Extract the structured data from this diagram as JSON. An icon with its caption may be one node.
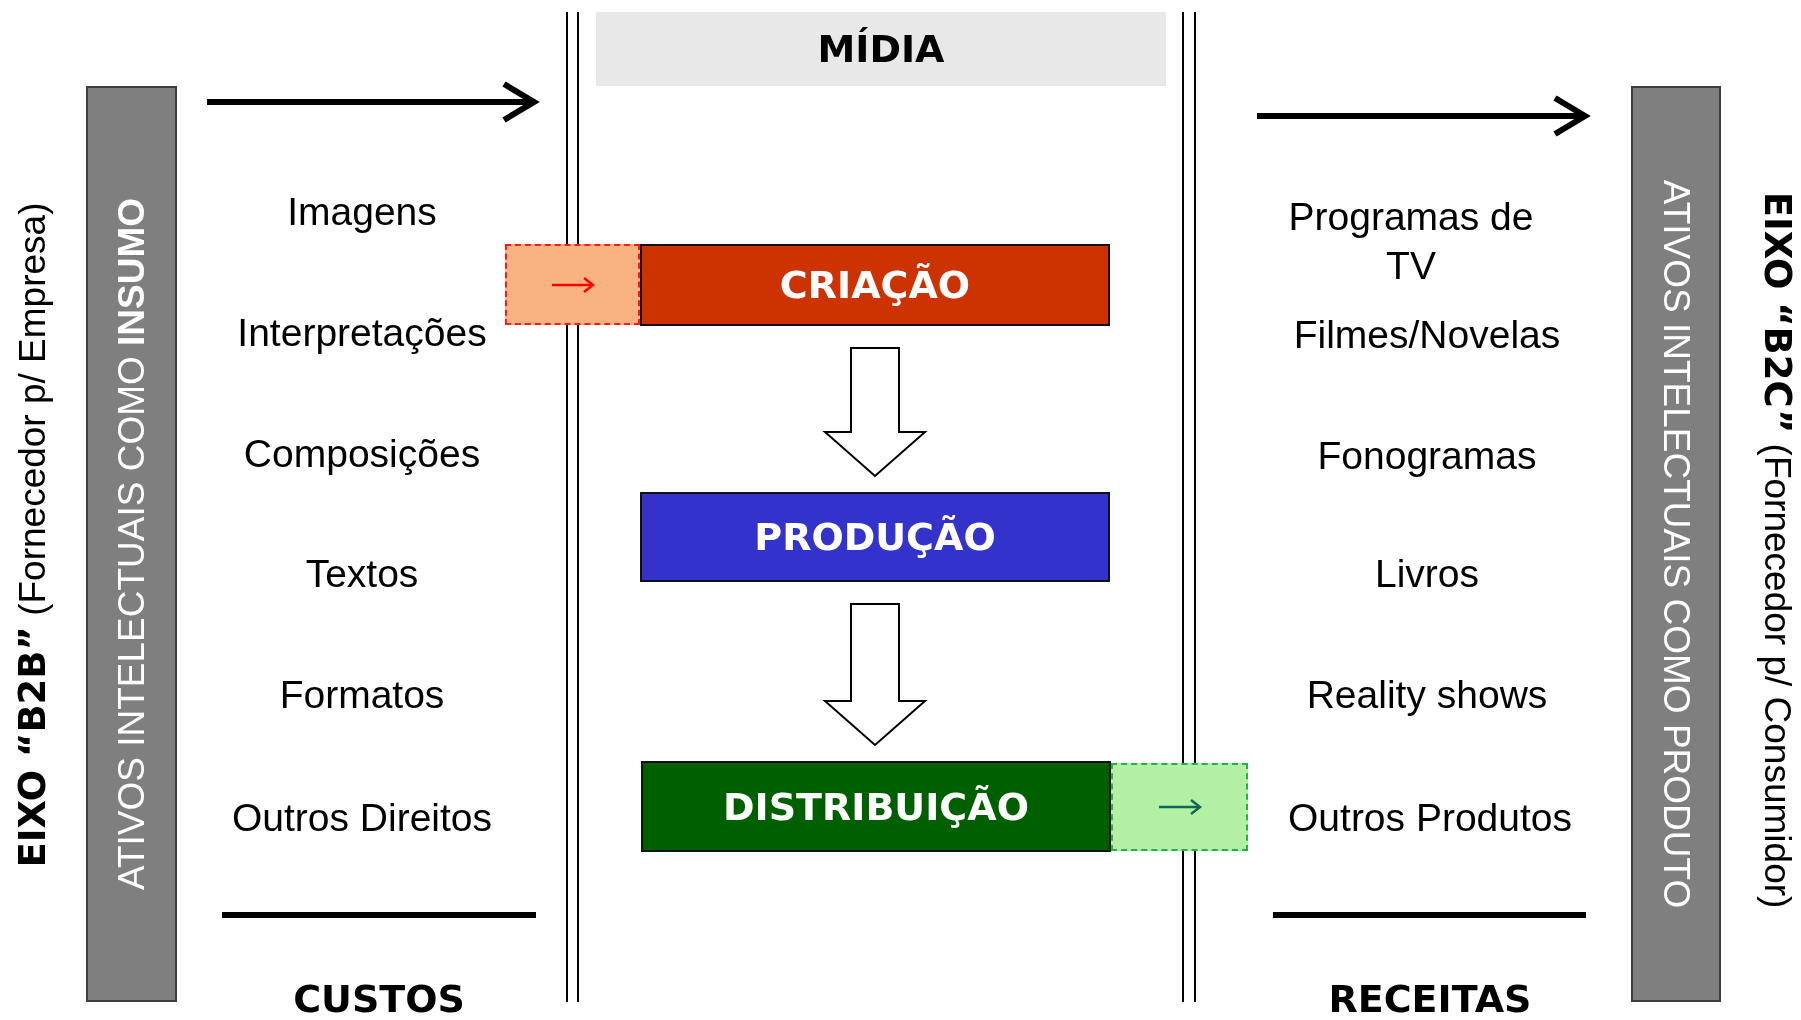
{
  "diagram": {
    "nodes": [
      {
        "text": [
          "MÍDIA"
        ]
      },
      {
        "text": [
          "ATIVOS INTELECTUAIS COMO **INSUMO**"
        ]
      },
      {
        "text": [],
        "shape": "box"
      },
      {
        "text": [
          "CRIAÇÃO"
        ]
      },
      {
        "text": [
          "PRODUÇÃO"
        ]
      },
      {
        "text": [
          "DISTRIBUIÇÃO"
        ]
      },
      {
        "text": [],
        "shape": "box"
      },
      {
        "text": [
          "ATIVOS INTELECTUAIS COMO PRODUTO"
        ]
      }
    ],
    "edges": [
      {
        "from": 3,
        "to": 4,
        "arrow": "to"
      },
      {
        "from": 4,
        "to": 5,
        "arrow": "to"
      }
    ],
    "labels": [
      "**EIXO “B2B”** (Fornecedor p/ Empresa)",
      "Imagens",
      "Interpretações",
      "Composições",
      "Textos",
      "Formatos",
      "Outros Direitos",
      "CUSTOS",
      "Programas de TV",
      "Filmes/Novelas",
      "Fonogramas",
      "Livros",
      "Reality shows",
      "Outros Produtos",
      "RECEITAS",
      "**EIXO “B2C”** (Fornecedor p/ Consumidor)"
    ]
  }
}
